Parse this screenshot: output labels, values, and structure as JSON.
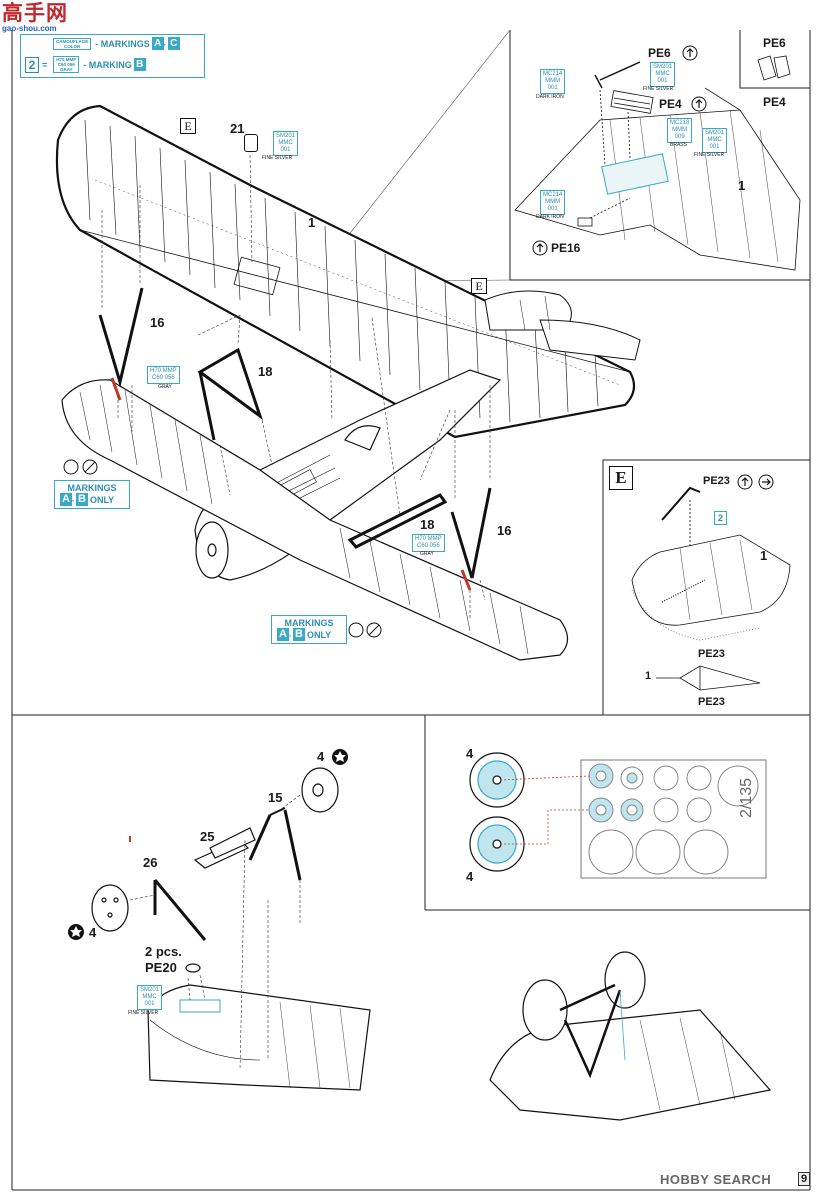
{
  "watermark": {
    "site_cn": "高手网",
    "site_url": "gao-shou.com"
  },
  "legend": {
    "row1_mini_top": "CAMOUFLAGE",
    "row1_mini_bottom": "COLOR",
    "row1_text": "- MARKINGS",
    "row1_letters": [
      "A",
      "C"
    ],
    "row2_num": "2",
    "row2_eq": "=",
    "row2_mini_top": "H70 MMP",
    "row2_mini_mid": "C60  056",
    "row2_mini_bottom": "GRAY",
    "row2_text": "- MARKING",
    "row2_letter": "B"
  },
  "parts": {
    "p21": "21",
    "p1_top": "1",
    "p16_left": "16",
    "p18_left": "18",
    "p18_right": "18",
    "p16_right": "16",
    "p1_inset": "1",
    "p1_detailE": "1",
    "p1_pe23": "1",
    "p4_wheel_top": "4",
    "p15": "15",
    "p25": "25",
    "p26": "26",
    "p4_wheel_left": "4",
    "p4_mask_top": "4",
    "p4_mask_bottom": "4",
    "pe20_qty": "2 pcs.",
    "pe20": "PE20",
    "pe6": "PE6",
    "pe4": "PE4",
    "pe16": "PE16",
    "pe6_box": "PE6",
    "pe4_box": "PE4",
    "pe23_top": "PE23",
    "pe23_mid": "PE23",
    "pe23_bottom": "PE23",
    "detail_E": "E",
    "tag_E_left": "E",
    "tag_E_right": "E",
    "decal_num": "2"
  },
  "paint_labels": {
    "sm201_a": [
      "SM201",
      "MMC",
      "001"
    ],
    "sm201_a_cap": "FINE SILVER",
    "mc214_a": [
      "MC214",
      "MMM",
      "001"
    ],
    "mc214_a_cap": "DARK IRON",
    "sm201_b": [
      "SM201",
      "MMC",
      "001"
    ],
    "sm201_b_cap": "FINE SILVER",
    "mc218": [
      "MC218",
      "MMM",
      "009"
    ],
    "mc218_cap": "BRASS",
    "sm201_c": [
      "SM201",
      "MMC",
      "001"
    ],
    "sm201_c_cap": "FINE SILVER",
    "mc214_b": [
      "MC214",
      "MMM",
      "001"
    ],
    "mc214_b_cap": "DARK IRON",
    "h70_left": [
      "H70 MMP",
      "C60  056"
    ],
    "h70_left_cap": "GRAY",
    "h70_right": [
      "H70 MMP",
      "C60  056"
    ],
    "h70_right_cap": "GRAY",
    "sm201_d": [
      "SM201",
      "MMC",
      "001"
    ],
    "sm201_d_cap": "FINE SILVER"
  },
  "markings_left": {
    "title": "MARKINGS",
    "letters": [
      "A",
      "B"
    ],
    "suffix": "ONLY"
  },
  "markings_right": {
    "title": "MARKINGS",
    "letters": [
      "A",
      "B"
    ],
    "suffix": "ONLY"
  },
  "mask_sheet": {
    "scale": "2/135"
  },
  "footer": {
    "logo": "HOBBY SEARCH",
    "page": "9"
  },
  "colors": {
    "accent": "#3aa9c8",
    "mask_fill": "#bfe6ee",
    "strut_red": "#c0392b",
    "ink": "#1a1a1a"
  },
  "icons": [
    "question-icon",
    "no-paint-icon",
    "flip-icon",
    "bend-icon",
    "star-icon"
  ]
}
